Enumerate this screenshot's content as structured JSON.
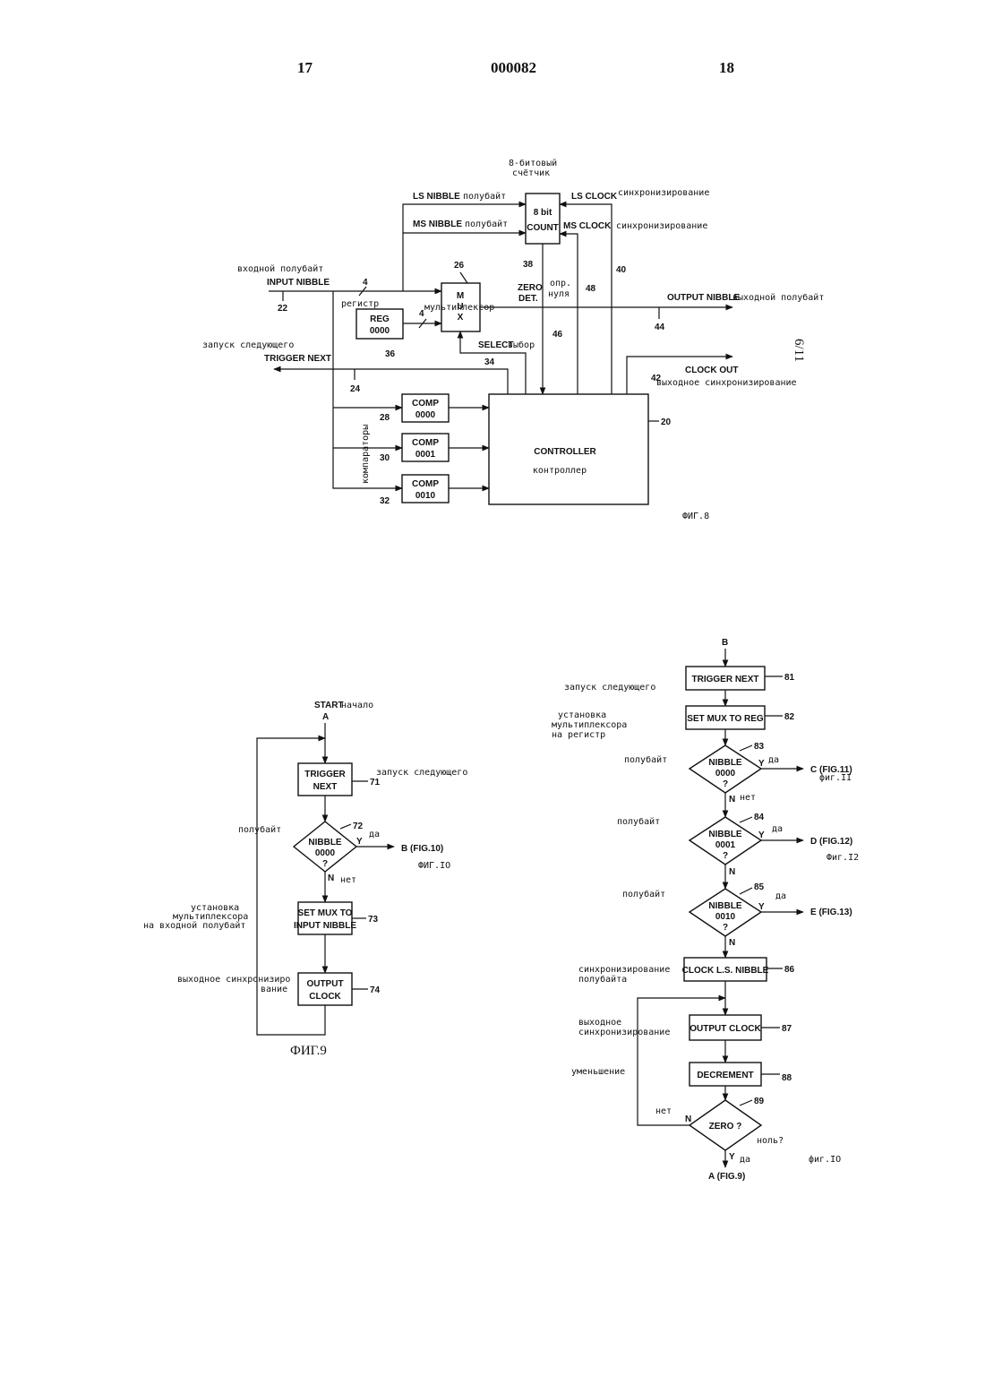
{
  "header": {
    "page_left": "17",
    "doc_number": "000082",
    "page_right": "18"
  },
  "sheet_number": "6/11",
  "fig8": {
    "counter_ru": [
      "8-битовый",
      "счётчик"
    ],
    "count_box": [
      "8 bit",
      "COUNT"
    ],
    "ls_nibble": "LS NIBBLE",
    "ls_nibble_ru": "полубайт",
    "ms_nibble": "MS NIBBLE",
    "ms_nibble_ru": "полубайт",
    "ls_clock": "LS CLOCK",
    "ls_clock_ru": "синхронизирование",
    "ms_clock": "MS CLOCK",
    "ms_clock_ru": "синхронизирование",
    "input_ru": "входной полубайт",
    "input": "INPUT NIBBLE",
    "width_4a": "4",
    "width_4b": "4",
    "register_ru": "регистр",
    "mux_ru": "мультиплексор",
    "mux_box": [
      "M",
      "U",
      "X"
    ],
    "reg_box": [
      "REG",
      "0000"
    ],
    "zero_det": [
      "ZERO",
      "DET."
    ],
    "zero_det_ru": [
      "опр.",
      "нуля"
    ],
    "output": "OUTPUT NIBBLE",
    "output_ru": "выходной полубайт",
    "trigger_ru": "запуск следующего",
    "trigger": "TRIGGER NEXT",
    "select": "SELECT",
    "select_ru": "выбор",
    "clock_out": "CLOCK OUT",
    "clock_out_ru": "выходное синхронизирование",
    "comp1": [
      "COMP",
      "0000"
    ],
    "comp2": [
      "COMP",
      "0001"
    ],
    "comp3": [
      "COMP",
      "0010"
    ],
    "comparators_ru": "компараторы",
    "controller": "CONTROLLER",
    "controller_ru": "контроллер",
    "refs": {
      "r22": "22",
      "r24": "24",
      "r26": "26",
      "r28": "28",
      "r30": "30",
      "r32": "32",
      "r34": "34",
      "r36": "36",
      "r38": "38",
      "r40": "40",
      "r42": "42",
      "r44": "44",
      "r46": "46",
      "r48": "48",
      "r20": "20"
    },
    "caption": "ФИГ.8"
  },
  "fig9": {
    "start": "START",
    "start_ru": "начало",
    "conn_a": "A",
    "trigger_box": [
      "TRIGGER",
      "NEXT"
    ],
    "trigger_ru": "запуск следующего",
    "r71": "71",
    "nibble_ru": "полубайт",
    "dec_box": [
      "NIBBLE",
      "0000",
      "?"
    ],
    "r72": "72",
    "yes": "Y",
    "yes_ru": "да",
    "no": "N",
    "no_ru": "нет",
    "to_b": "B (FIG.10)",
    "to_b_ru": "ФИГ.IO",
    "setmux_ru": [
      "установка",
      "мультиплексора",
      "на входной полубайт"
    ],
    "setmux_box": [
      "SET MUX TO",
      "INPUT NIBBLE"
    ],
    "r73": "73",
    "outclk_ru": [
      "выходное синхронизиро",
      "вание"
    ],
    "outclk_box": [
      "OUTPUT",
      "CLOCK"
    ],
    "r74": "74",
    "caption": "ФИГ.9"
  },
  "fig10": {
    "conn_b": "B",
    "trigger_box": "TRIGGER NEXT",
    "trigger_ru": "запуск следующего",
    "r81": "81",
    "setmux_ru": [
      "установка",
      "мультиплексора",
      "на регистр"
    ],
    "setmux_box": "SET MUX TO REG",
    "r82": "82",
    "n1_ru": "полубайт",
    "n1_box": [
      "NIBBLE",
      "0000",
      "?"
    ],
    "r83": "83",
    "to_c": "C (FIG.11)",
    "to_c_ru": "фиг.II",
    "n2_ru": "полубайт",
    "n2_box": [
      "NIBBLE",
      "0001",
      "?"
    ],
    "r84": "84",
    "to_d": "D (FIG.12)",
    "to_d_ru": "Фиг.I2",
    "n3_ru": "полубайт",
    "n3_box": [
      "NIBBLE",
      "0010",
      "?"
    ],
    "r85": "85",
    "to_e": "E (FIG.13)",
    "yes": "Y",
    "yes_ru": "да",
    "no": "N",
    "no_ru": "нет",
    "clk_ru": [
      "синхронизирование",
      "полубайта"
    ],
    "clk_box": "CLOCK L.S. NIBBLE",
    "r86": "86",
    "out_ru": [
      "выходное",
      "синхронизирование"
    ],
    "out_box": "OUTPUT CLOCK",
    "r87": "87",
    "dec_ru": "уменьшение",
    "dec_box": "DECREMENT",
    "r88": "88",
    "zero_box": "ZERO ?",
    "zero_ru": "ноль?",
    "r89": "89",
    "to_a": "A (FIG.9)",
    "caption": "фиг.IO"
  }
}
